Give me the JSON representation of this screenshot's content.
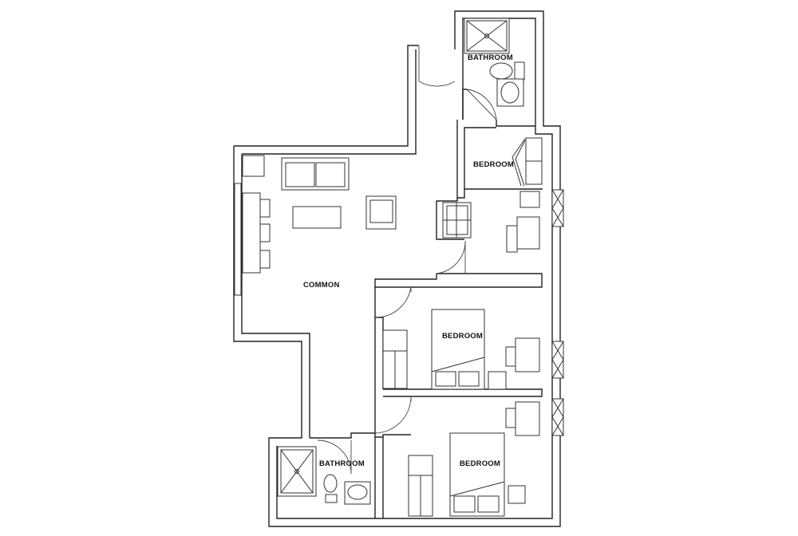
{
  "rooms": {
    "bathroom_top": "BATHROOM",
    "bedroom_1": "BEDROOM",
    "common": "COMMON",
    "bedroom_2": "BEDROOM",
    "bedroom_3": "BEDROOM",
    "bathroom_bottom": "BATHROOM"
  }
}
